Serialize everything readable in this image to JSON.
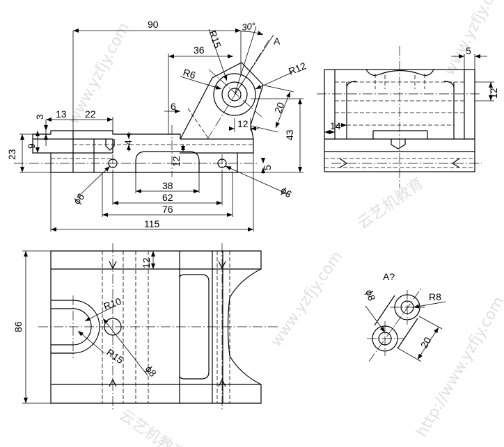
{
  "dims": {
    "d90": "90",
    "d30": "30°",
    "dA": "A",
    "dR15": "R15",
    "d36": "36",
    "dR6": "R6",
    "dR12": "R12",
    "d20a": "20",
    "d43": "43",
    "d6": "6",
    "d12a": "12",
    "d13": "13",
    "d22": "22",
    "d3": "3",
    "d9": "9",
    "d23": "23",
    "d4": "4",
    "d12b": "12",
    "d5a": "5",
    "dphi6a": "ϕ6",
    "dphi6b": "ϕ6",
    "d38": "38",
    "d62": "62",
    "d76": "76",
    "d115": "115",
    "d5b": "5",
    "d12c": "12",
    "d14": "14",
    "d12d": "12",
    "d86": "86",
    "dR10": "R10",
    "dR15b": "R15",
    "dphi8a": "ϕ8",
    "dAview": "A?",
    "dphi8b": "ϕ8",
    "dR8": "R8",
    "d20b": "20"
  },
  "watermark": {
    "site": "www.yzfjy.com",
    "brand": "云艺机教育",
    "url": "http://www.yzfjy.com"
  }
}
